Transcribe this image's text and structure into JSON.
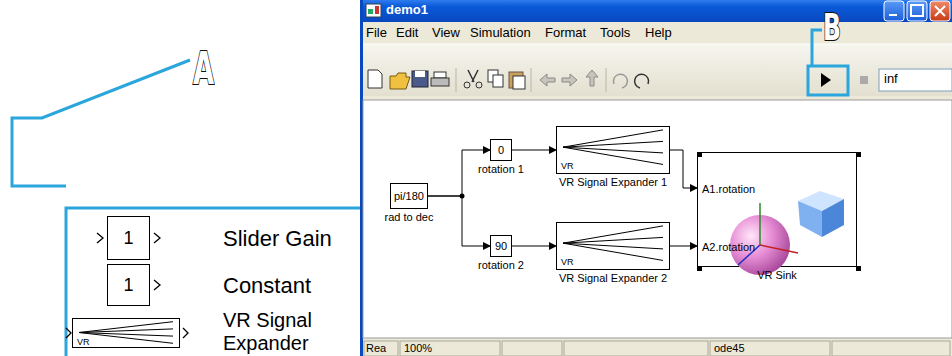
{
  "diagram": {
    "nodes": [
      {
        "text": [
          "1",
          "Slider Gain"
        ]
      },
      {
        "text": [
          "1",
          "Constant"
        ]
      },
      {
        "text": [
          "VR",
          "VR Signal Expander"
        ]
      },
      {
        "text": [
          "pi/180",
          "rad to dec"
        ]
      },
      {
        "text": [
          "0",
          "rotation 1"
        ]
      },
      {
        "text": [
          "90",
          "rotation 2"
        ]
      },
      {
        "text": [
          "VR",
          "VR Signal Expander 1"
        ]
      },
      {
        "text": [
          "VR",
          "VR Signal Expander 2"
        ]
      },
      {
        "text": [
          "A1.rotation",
          "A2.rotation",
          "VR Sink"
        ]
      }
    ],
    "edges": [
      {
        "from": 3,
        "to": 4,
        "arrow": "to"
      },
      {
        "from": 3,
        "to": 5,
        "arrow": "to"
      },
      {
        "from": 4,
        "to": 6,
        "arrow": "to"
      },
      {
        "from": 5,
        "to": 7,
        "arrow": "to"
      },
      {
        "from": 6,
        "to": 8,
        "arrow": "to"
      },
      {
        "from": 7,
        "to": 8,
        "arrow": "to"
      }
    ],
    "labels": [
      "A",
      "B",
      "demo1",
      "File",
      "Edit",
      "View",
      "Simulation",
      "Format",
      "Tools",
      "Help",
      "inf",
      "Rea",
      "100%",
      "ode45"
    ]
  }
}
